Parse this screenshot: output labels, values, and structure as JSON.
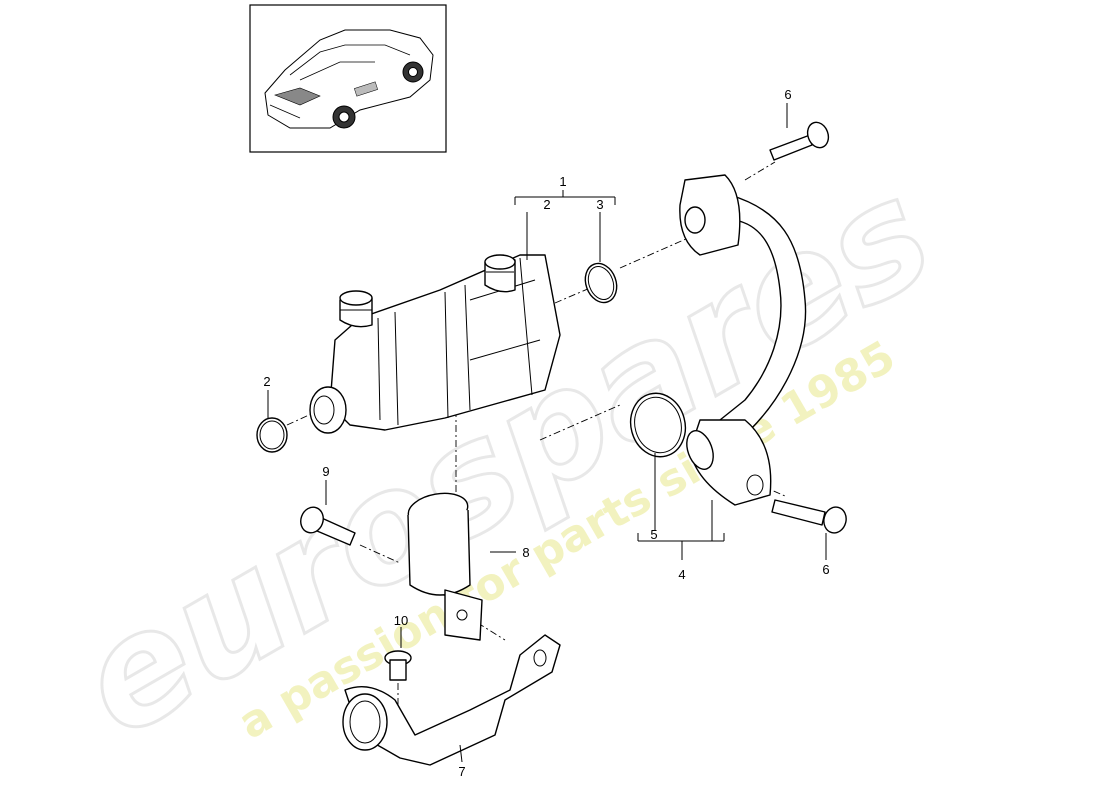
{
  "watermark": {
    "brand": "eurospares",
    "tagline": "a passion for parts since 1985"
  },
  "thumbnail": {
    "icon": "car-icon"
  },
  "callouts": [
    {
      "id": "1",
      "text": "1"
    },
    {
      "id": "2a",
      "text": "2"
    },
    {
      "id": "3",
      "text": "3"
    },
    {
      "id": "2b",
      "text": "2"
    },
    {
      "id": "6a",
      "text": "6"
    },
    {
      "id": "9",
      "text": "9"
    },
    {
      "id": "8",
      "text": "8"
    },
    {
      "id": "5",
      "text": "5"
    },
    {
      "id": "4",
      "text": "4"
    },
    {
      "id": "6b",
      "text": "6"
    },
    {
      "id": "10",
      "text": "10"
    },
    {
      "id": "7",
      "text": "7"
    }
  ]
}
